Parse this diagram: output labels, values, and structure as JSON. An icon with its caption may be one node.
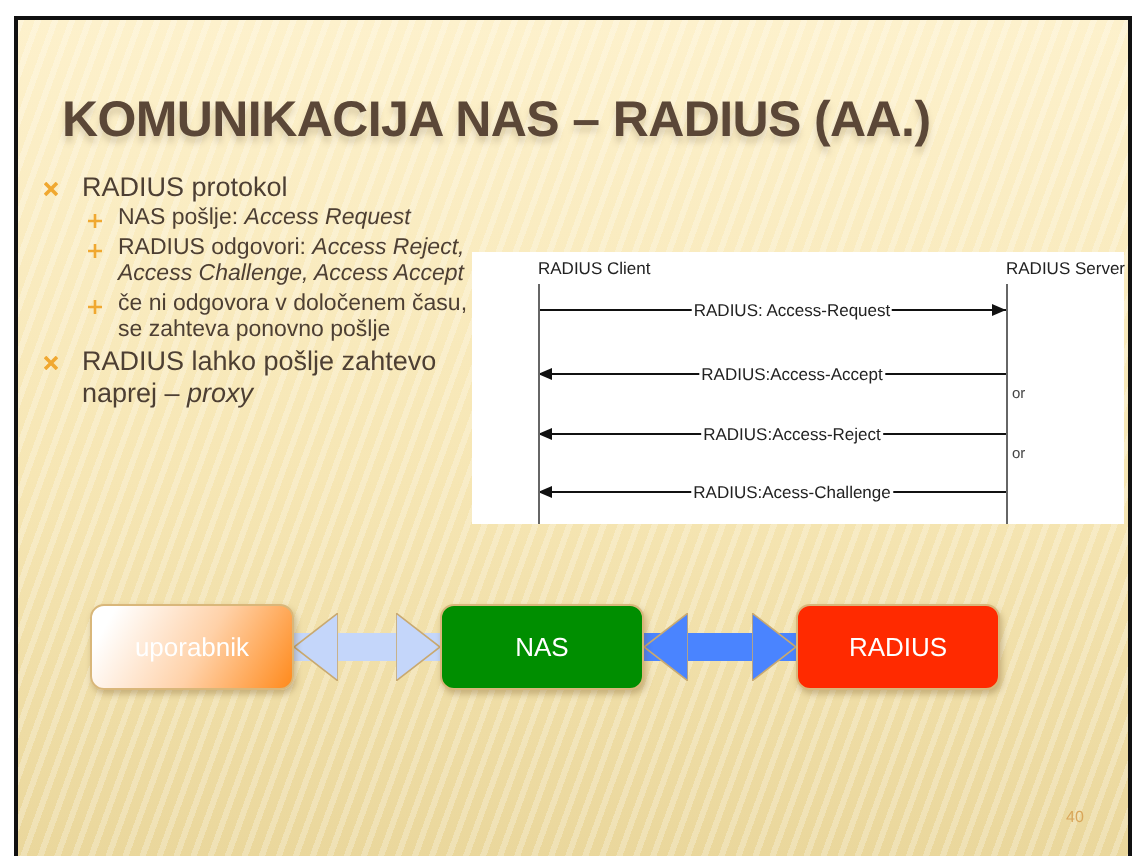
{
  "diagram": {
    "title": "KOMUNIKACIJA NAS – RADIUS (AA.)",
    "nodes": [
      {
        "text": [
          "RADIUS Client"
        ]
      },
      {
        "text": [
          "RADIUS Server"
        ]
      },
      {
        "text": [
          "uporabnik"
        ]
      },
      {
        "text": [
          "NAS"
        ]
      },
      {
        "text": [
          "RADIUS"
        ]
      }
    ],
    "edges": [
      {
        "from": 0,
        "to": 1,
        "arrow": "to",
        "label": "RADIUS: Access-Request"
      },
      {
        "from": 1,
        "to": 0,
        "arrow": "to",
        "label": "RADIUS:Access-Accept"
      },
      {
        "from": 1,
        "to": 0,
        "arrow": "to",
        "label": "RADIUS:Access-Reject"
      },
      {
        "from": 1,
        "to": 0,
        "arrow": "to",
        "label": "RADIUS:Acess-Challenge"
      },
      {
        "from": 2,
        "to": 3,
        "arrow": "both",
        "style": "thick",
        "color": "#c4d6fa"
      },
      {
        "from": 3,
        "to": 4,
        "arrow": "both",
        "style": "thick",
        "color": "#4a84ff"
      }
    ],
    "labels": [
      "RADIUS protokol",
      "NAS pošlje: *Access Request*",
      "RADIUS odgovori: *Access Reject, Access Challenge, Access Accept*",
      "če ni odgovora v določenem času, se zahteva ponovno pošlje",
      "RADIUS lahko pošlje zahtevo naprej – *proxy*",
      "or",
      "or",
      "40"
    ]
  }
}
